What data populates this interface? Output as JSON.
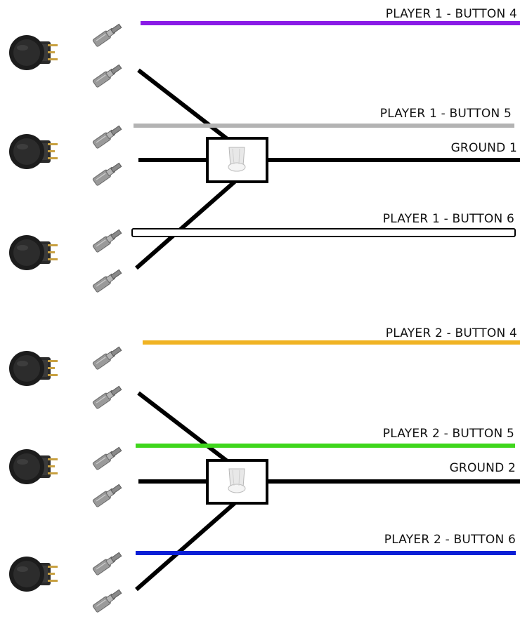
{
  "wires": [
    {
      "label": "PLAYER 1 - BUTTON 4",
      "color": "#8a1be6"
    },
    {
      "label": "PLAYER 1 - BUTTON 5",
      "color": "#b3b3b3"
    },
    {
      "label": "GROUND 1",
      "color": "#000000"
    },
    {
      "label": "PLAYER 1 - BUTTON 6",
      "color": "#ffffff"
    },
    {
      "label": "PLAYER 2 - BUTTON 4",
      "color": "#f0b323"
    },
    {
      "label": "PLAYER 2 - BUTTON 5",
      "color": "#3fd61c"
    },
    {
      "label": "GROUND 2",
      "color": "#000000"
    },
    {
      "label": "PLAYER 2 - BUTTON 6",
      "color": "#0a1fd6"
    }
  ],
  "icons": {
    "button": "arcade-button-icon",
    "terminal": "spade-connector-icon",
    "connector": "wire-nut-connector-icon"
  }
}
